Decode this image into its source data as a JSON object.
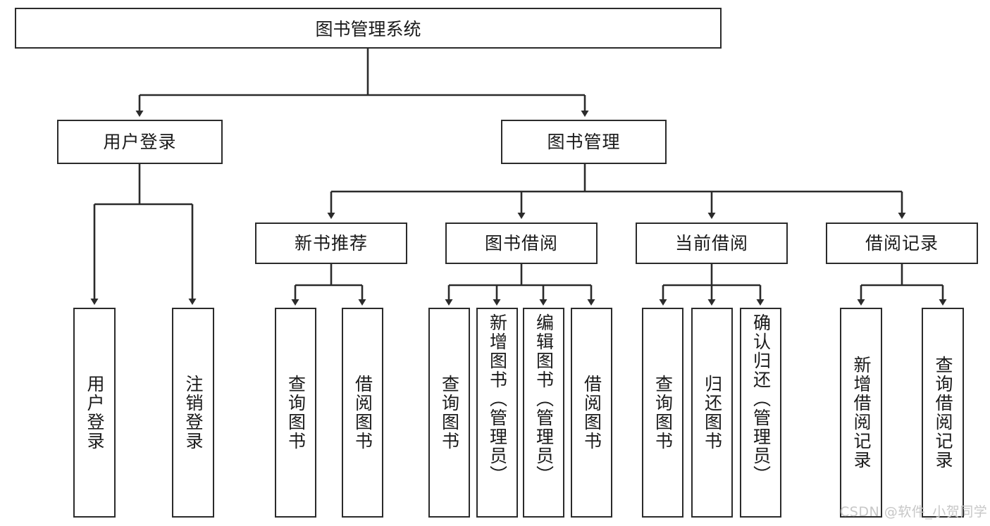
{
  "diagram": {
    "title": "图书管理系统",
    "type": "tree-hierarchy",
    "root": {
      "label": "图书管理系统"
    },
    "level2": [
      {
        "label": "用户登录"
      },
      {
        "label": "图书管理"
      }
    ],
    "level3": [
      {
        "label": "新书推荐"
      },
      {
        "label": "图书借阅"
      },
      {
        "label": "当前借阅"
      },
      {
        "label": "借阅记录"
      }
    ],
    "leaves_user_login": [
      {
        "label": "用户登录"
      },
      {
        "label": "注销登录"
      }
    ],
    "leaves_new_book": [
      {
        "label": "查询图书"
      },
      {
        "label": "借阅图书"
      }
    ],
    "leaves_borrow": [
      {
        "label": "查询图书"
      },
      {
        "label": "新增图书（管理员）"
      },
      {
        "label": "编辑图书（管理员）"
      },
      {
        "label": "借阅图书"
      }
    ],
    "leaves_current": [
      {
        "label": "查询图书"
      },
      {
        "label": "归还图书"
      },
      {
        "label": "确认归还（管理员）"
      }
    ],
    "leaves_records": [
      {
        "label": "新增借阅记录"
      },
      {
        "label": "查询借阅记录"
      }
    ]
  },
  "watermark": {
    "text": "CSDN @软件_小贺同学"
  },
  "colors": {
    "stroke": "#2b2b2b",
    "background": "#ffffff",
    "text": "#1a1a1a",
    "watermark": "#c7c7c7"
  }
}
